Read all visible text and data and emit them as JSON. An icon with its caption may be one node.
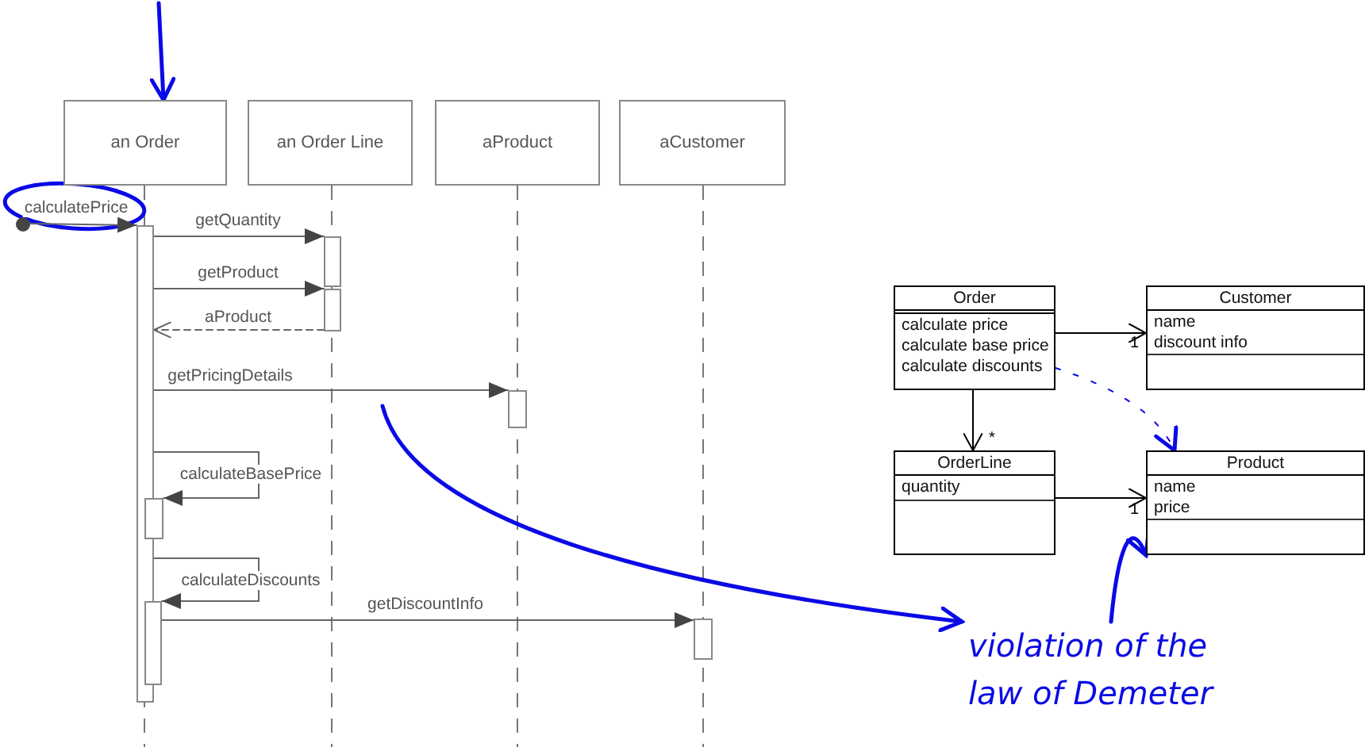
{
  "diagram": {
    "nodes": [
      {
        "text": [
          "an Order"
        ]
      },
      {
        "text": [
          "an Order Line"
        ]
      },
      {
        "text": [
          "aProduct"
        ]
      },
      {
        "text": [
          "aCustomer"
        ]
      },
      {
        "text": [],
        "shape": "circle"
      },
      {
        "text": [],
        "shape": "bar"
      },
      {
        "text": [],
        "shape": "bar"
      },
      {
        "text": [],
        "shape": "bar"
      },
      {
        "text": [],
        "shape": "bar"
      },
      {
        "text": [],
        "shape": "bar"
      },
      {
        "text": [],
        "shape": "bar"
      },
      {
        "text": [],
        "shape": "bar"
      },
      {
        "text": [
          "Order",
          "calculate price",
          "calculate base price",
          "calculate discounts"
        ]
      },
      {
        "text": [
          "Customer",
          "name",
          "discount info"
        ]
      },
      {
        "text": [
          "OrderLine",
          "quantity"
        ]
      },
      {
        "text": [
          "Product",
          "name",
          "price"
        ]
      },
      {
        "text": [
          "violation of the law of Demeter"
        ]
      }
    ],
    "edges": [
      {
        "from": 4,
        "to": 5,
        "arrow": "to",
        "label": "calculatePrice"
      },
      {
        "from": 5,
        "to": 6,
        "arrow": "to",
        "label": "getQuantity"
      },
      {
        "from": 5,
        "to": 7,
        "arrow": "to",
        "label": "getProduct"
      },
      {
        "from": 7,
        "to": 5,
        "arrow": "to",
        "label": "aProduct",
        "style": "dashed"
      },
      {
        "from": 5,
        "to": 8,
        "arrow": "to",
        "label": "getPricingDetails"
      },
      {
        "from": 5,
        "to": 9,
        "arrow": "to",
        "label": "calculateBasePrice"
      },
      {
        "from": 5,
        "to": 10,
        "arrow": "to",
        "label": "calculateDiscounts"
      },
      {
        "from": 10,
        "to": 11,
        "arrow": "to",
        "label": "getDiscountInfo"
      },
      {
        "from": 12,
        "to": 13,
        "arrow": "to",
        "label": "1",
        "color": "#000000"
      },
      {
        "from": 12,
        "to": 14,
        "arrow": "to",
        "label": "*",
        "color": "#000000"
      },
      {
        "from": 14,
        "to": 15,
        "arrow": "to",
        "label": "1",
        "color": "#000000"
      },
      {
        "from": null,
        "to": 0,
        "arrow": "to",
        "style": "thick",
        "color": "#0a0ae6"
      },
      {
        "from": null,
        "to": 16,
        "arrow": "to",
        "style": "thick",
        "color": "#0a0ae6"
      },
      {
        "from": 16,
        "to": 15,
        "arrow": "to",
        "style": "thick",
        "color": "#0a0ae6"
      },
      {
        "from": 12,
        "to": 15,
        "arrow": "to",
        "style": "dashed",
        "color": "#0a0ae6"
      }
    ]
  }
}
